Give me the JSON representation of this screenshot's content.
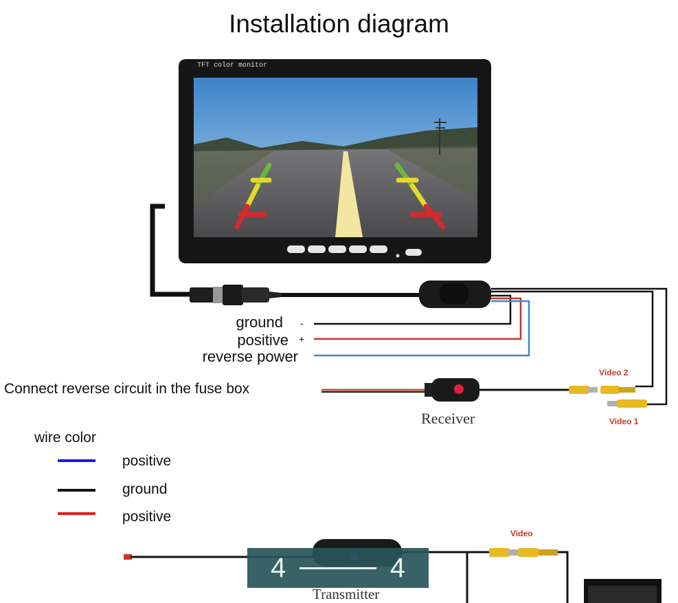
{
  "title": "Installation diagram",
  "monitor": {
    "caption": "TFT color monitor"
  },
  "wires": {
    "ground_label": "ground",
    "ground_sign": "-",
    "positive_label": "positive",
    "positive_sign": "+",
    "reverse_label": "reverse power",
    "fuse_label": "Connect reverse circuit in the fuse box"
  },
  "receiver": {
    "label": "Receiver",
    "video2_label": "Video 2",
    "video1_label": "Video 1"
  },
  "legend": {
    "title": "wire color",
    "items": [
      {
        "label": "positive",
        "color": "#1a1adb"
      },
      {
        "label": "ground",
        "color": "#111111"
      },
      {
        "label": "positive",
        "color": "#e02020"
      }
    ]
  },
  "transmitter": {
    "label": "Transmitter",
    "video_label": "Video"
  },
  "overlay": {
    "left_number": "4",
    "right_number": "4"
  },
  "colors": {
    "accent_red": "#c0392b",
    "wire_blue": "#3a88c8",
    "rca_yellow": "#e8b923",
    "overlay_bg": "#28555a"
  }
}
